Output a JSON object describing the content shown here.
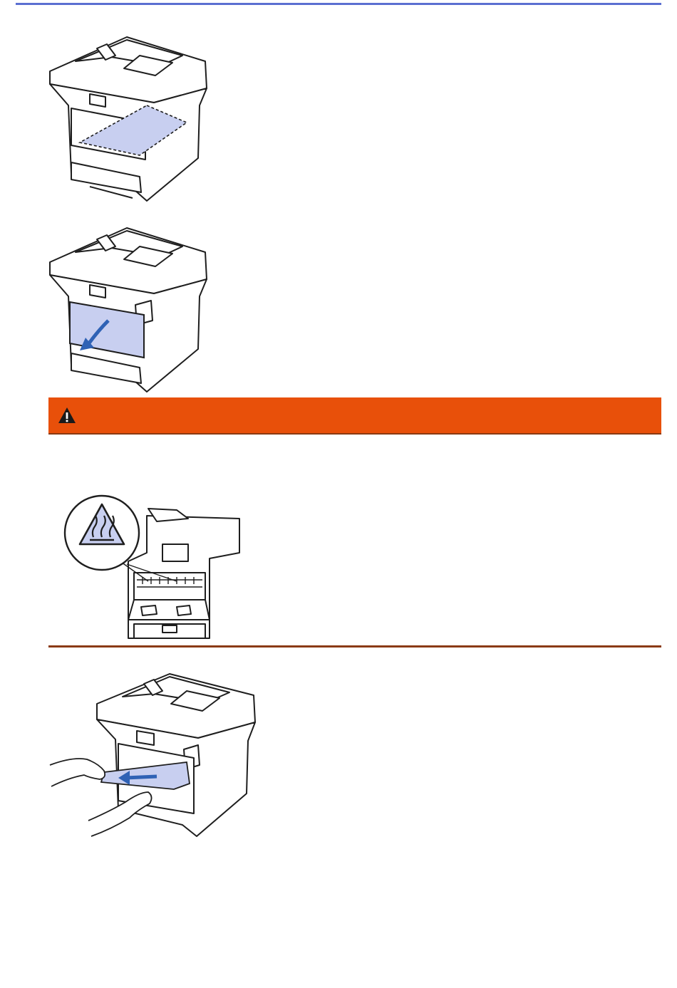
{
  "colors": {
    "top_rule": "#5b6fd1",
    "warning_bar": "#e8500a",
    "warning_stripe": "#8a3a12",
    "bottom_rule": "#8a3a12",
    "highlight": "#c8cff0",
    "line": "#1e1e1e",
    "arrow": "#2f62b5"
  },
  "illustrations": [
    {
      "name": "printer-back-cover-highlighted",
      "icon": "printer-illustration"
    },
    {
      "name": "printer-open-back-cover",
      "icon": "printer-illustration"
    },
    {
      "name": "printer-hot-surface-fuser",
      "icon": "hot-surface-icon"
    },
    {
      "name": "printer-pull-jammed-paper",
      "icon": "printer-illustration"
    }
  ],
  "warning": {
    "icon": "warning-triangle-icon"
  }
}
